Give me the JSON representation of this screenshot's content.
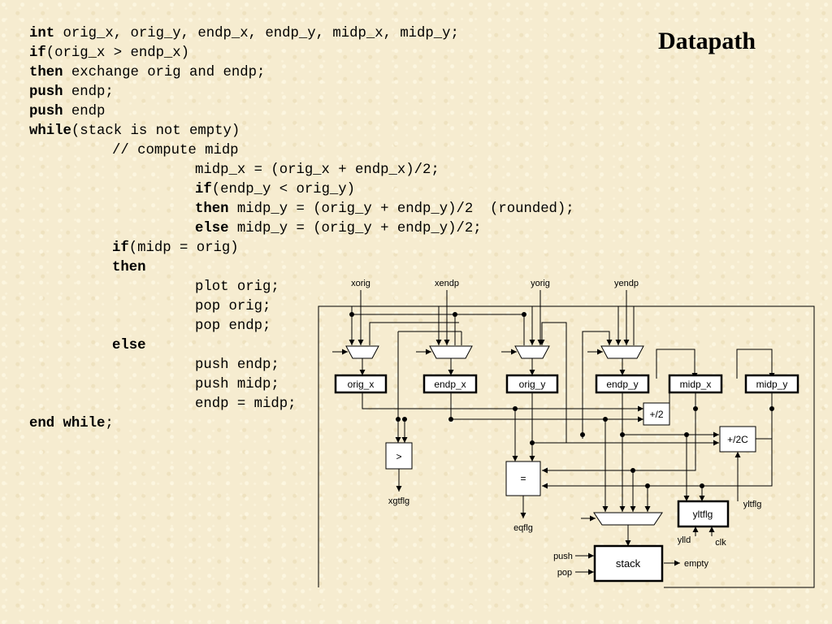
{
  "title": "Datapath",
  "code": [
    {
      "indent": 0,
      "kw": "int",
      "text": " orig_x, orig_y, endp_x, endp_y, midp_x, midp_y;"
    },
    {
      "indent": 0,
      "kw": "if",
      "text": "(orig_x > endp_x)"
    },
    {
      "indent": 0,
      "kw": "then",
      "text": " exchange orig and endp;"
    },
    {
      "indent": 0,
      "kw": "push",
      "text": " endp;"
    },
    {
      "indent": 0,
      "kw": "push",
      "text": " endp"
    },
    {
      "indent": 0,
      "kw": "while",
      "text": "(stack is not empty)"
    },
    {
      "indent": 1,
      "kw": "",
      "text": "// compute midp"
    },
    {
      "indent": 2,
      "kw": "",
      "text": "midp_x = (orig_x + endp_x)/2;"
    },
    {
      "indent": 2,
      "kw": "if",
      "text": "(endp_y < orig_y)"
    },
    {
      "indent": 2,
      "kw": "then",
      "text": " midp_y = (orig_y + endp_y)/2  (rounded);"
    },
    {
      "indent": 2,
      "kw": "else",
      "text": " midp_y = (orig_y + endp_y)/2;"
    },
    {
      "indent": 1,
      "kw": "if",
      "text": "(midp = orig)"
    },
    {
      "indent": 1,
      "kw": "then",
      "text": ""
    },
    {
      "indent": 2,
      "kw": "",
      "text": "plot orig;"
    },
    {
      "indent": 2,
      "kw": "",
      "text": "pop orig;"
    },
    {
      "indent": 2,
      "kw": "",
      "text": "pop endp;"
    },
    {
      "indent": 1,
      "kw": "else",
      "text": ""
    },
    {
      "indent": 2,
      "kw": "",
      "text": "push endp;"
    },
    {
      "indent": 2,
      "kw": "",
      "text": "push midp;"
    },
    {
      "indent": 2,
      "kw": "",
      "text": "endp = midp;"
    },
    {
      "indent": 0,
      "kw": "end while",
      "text": ";"
    }
  ],
  "diagram": {
    "inputs": {
      "xorig": "xorig",
      "xendp": "xendp",
      "yorig": "yorig",
      "yendp": "yendp"
    },
    "registers": {
      "orig_x": "orig_x",
      "endp_x": "endp_x",
      "orig_y": "orig_y",
      "endp_y": "endp_y",
      "midp_x": "midp_x",
      "midp_y": "midp_y"
    },
    "units": {
      "half": "+/2",
      "half_c": "+/2C",
      "gt": ">",
      "eq": "=",
      "yltflg": "yltflg",
      "stack": "stack"
    },
    "signals": {
      "xgtflg": "xgtflg",
      "eqflg": "eqflg",
      "yltflg": "yltflg",
      "ylld": "ylld",
      "clk": "clk",
      "push": "push",
      "pop": "pop",
      "empty": "empty"
    }
  }
}
